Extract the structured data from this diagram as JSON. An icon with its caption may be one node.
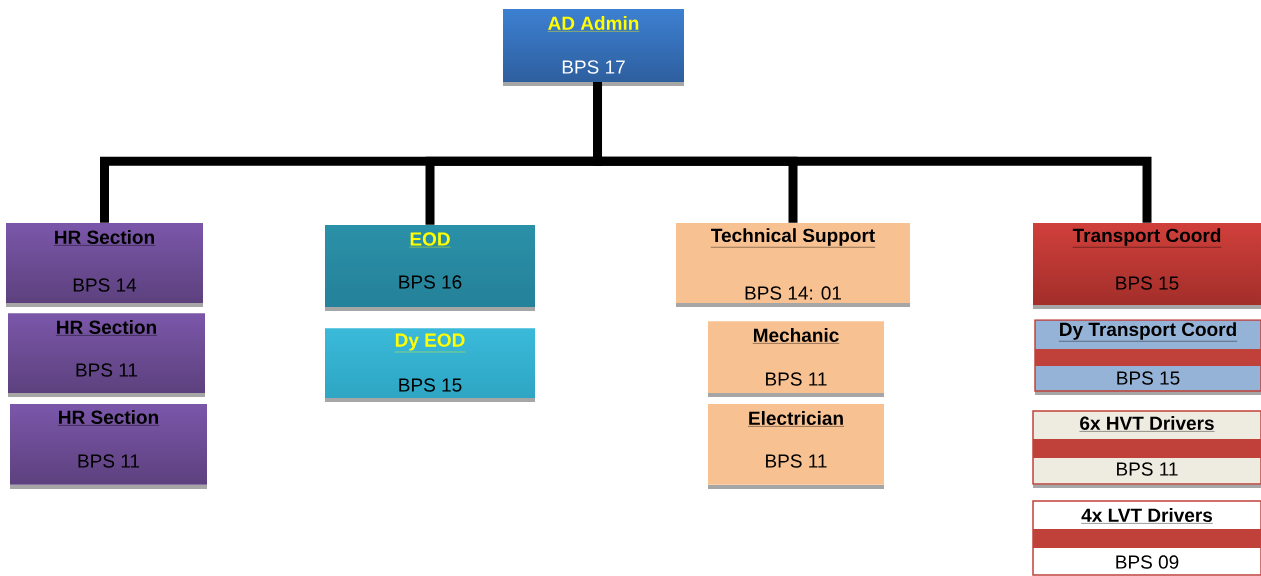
{
  "diagram": {
    "nodes": [
      {
        "text": [
          "AD Admin",
          "BPS 17"
        ]
      },
      {
        "text": [
          "HR Section",
          "BPS 14"
        ]
      },
      {
        "text": [
          "HR Section",
          "BPS 11"
        ]
      },
      {
        "text": [
          "HR Section",
          "BPS 11"
        ]
      },
      {
        "text": [
          "EOD",
          "BPS 16"
        ]
      },
      {
        "text": [
          "Dy EOD",
          "BPS 15"
        ]
      },
      {
        "text": [
          "Technical Support",
          "BPS 14: 01"
        ]
      },
      {
        "text": [
          "Mechanic",
          "BPS 11"
        ]
      },
      {
        "text": [
          "Electrician",
          "BPS 11"
        ]
      },
      {
        "text": [
          "Transport Coord",
          "BPS 15"
        ]
      },
      {
        "text": [
          "Dy Transport Coord",
          "BPS 15"
        ]
      },
      {
        "text": [
          "6x HVT Drivers",
          "BPS 11"
        ]
      },
      {
        "text": [
          "4x LVT Drivers",
          "BPS 09"
        ]
      }
    ],
    "edges": [
      {
        "from": 0,
        "to": 1,
        "arrow": "none"
      },
      {
        "from": 0,
        "to": 4,
        "arrow": "none"
      },
      {
        "from": 0,
        "to": 6,
        "arrow": "none"
      },
      {
        "from": 0,
        "to": 9,
        "arrow": "none"
      }
    ]
  }
}
